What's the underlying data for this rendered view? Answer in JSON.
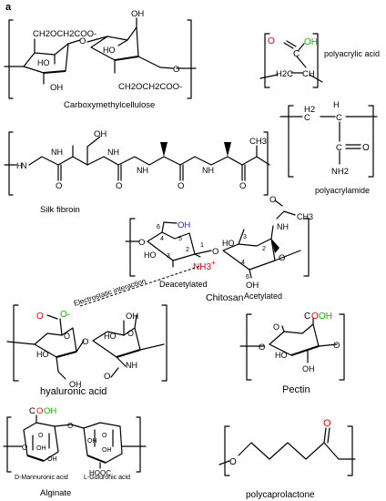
{
  "panel_label": "a",
  "colors": {
    "red": "#e8000b",
    "green": "#10b400",
    "blue": "#1a1ad6"
  },
  "labels": {
    "carboxymethylcellulose": "Carboxymethylcellulose",
    "polyacrylic_acid": "polyacrylic acid",
    "polyacrylamide": "polyacrylamide",
    "silk_fibroin": "Silk fibroin",
    "chitosan": "Chitosan",
    "deacetylated": "Deacetylated",
    "acetylated": "Acetylated",
    "hyaluronic_acid": "hyaluronic acid",
    "pectin": "Pectin",
    "alginate": "Alginate",
    "d_mannuronic": "D-Mannuronic acid",
    "l_guluronic": "L-Guluronic acid",
    "polycaprolactone": "polycaprolactone",
    "electrostatic": "Electrostatic interaction"
  },
  "atoms": {
    "cmc_top_left": "CH2OCH2COO-",
    "cmc_bottom_right": "CH2OCH2COO-",
    "o": "O",
    "oh": "OH",
    "ho": "HO",
    "h": "H",
    "paa_ch2": "H2C",
    "paa_ch": "CH",
    "c": "C",
    "ch": "CH",
    "ch2": "H2",
    "nh2": "NH2",
    "ch3": "CH3",
    "nh": "NH",
    "nh3": "NH3",
    "plus": "+",
    "o_minus": "O-",
    "cooh": "COOH",
    "cooh_c": "C",
    "cooh_o": "O",
    "cooh_oh": "OH",
    "hooc": "HOOC",
    "n": "N",
    "num_1": "1",
    "num_2": "2",
    "num_3": "3",
    "num_4": "4",
    "num_5": "5",
    "num_6": "6"
  }
}
